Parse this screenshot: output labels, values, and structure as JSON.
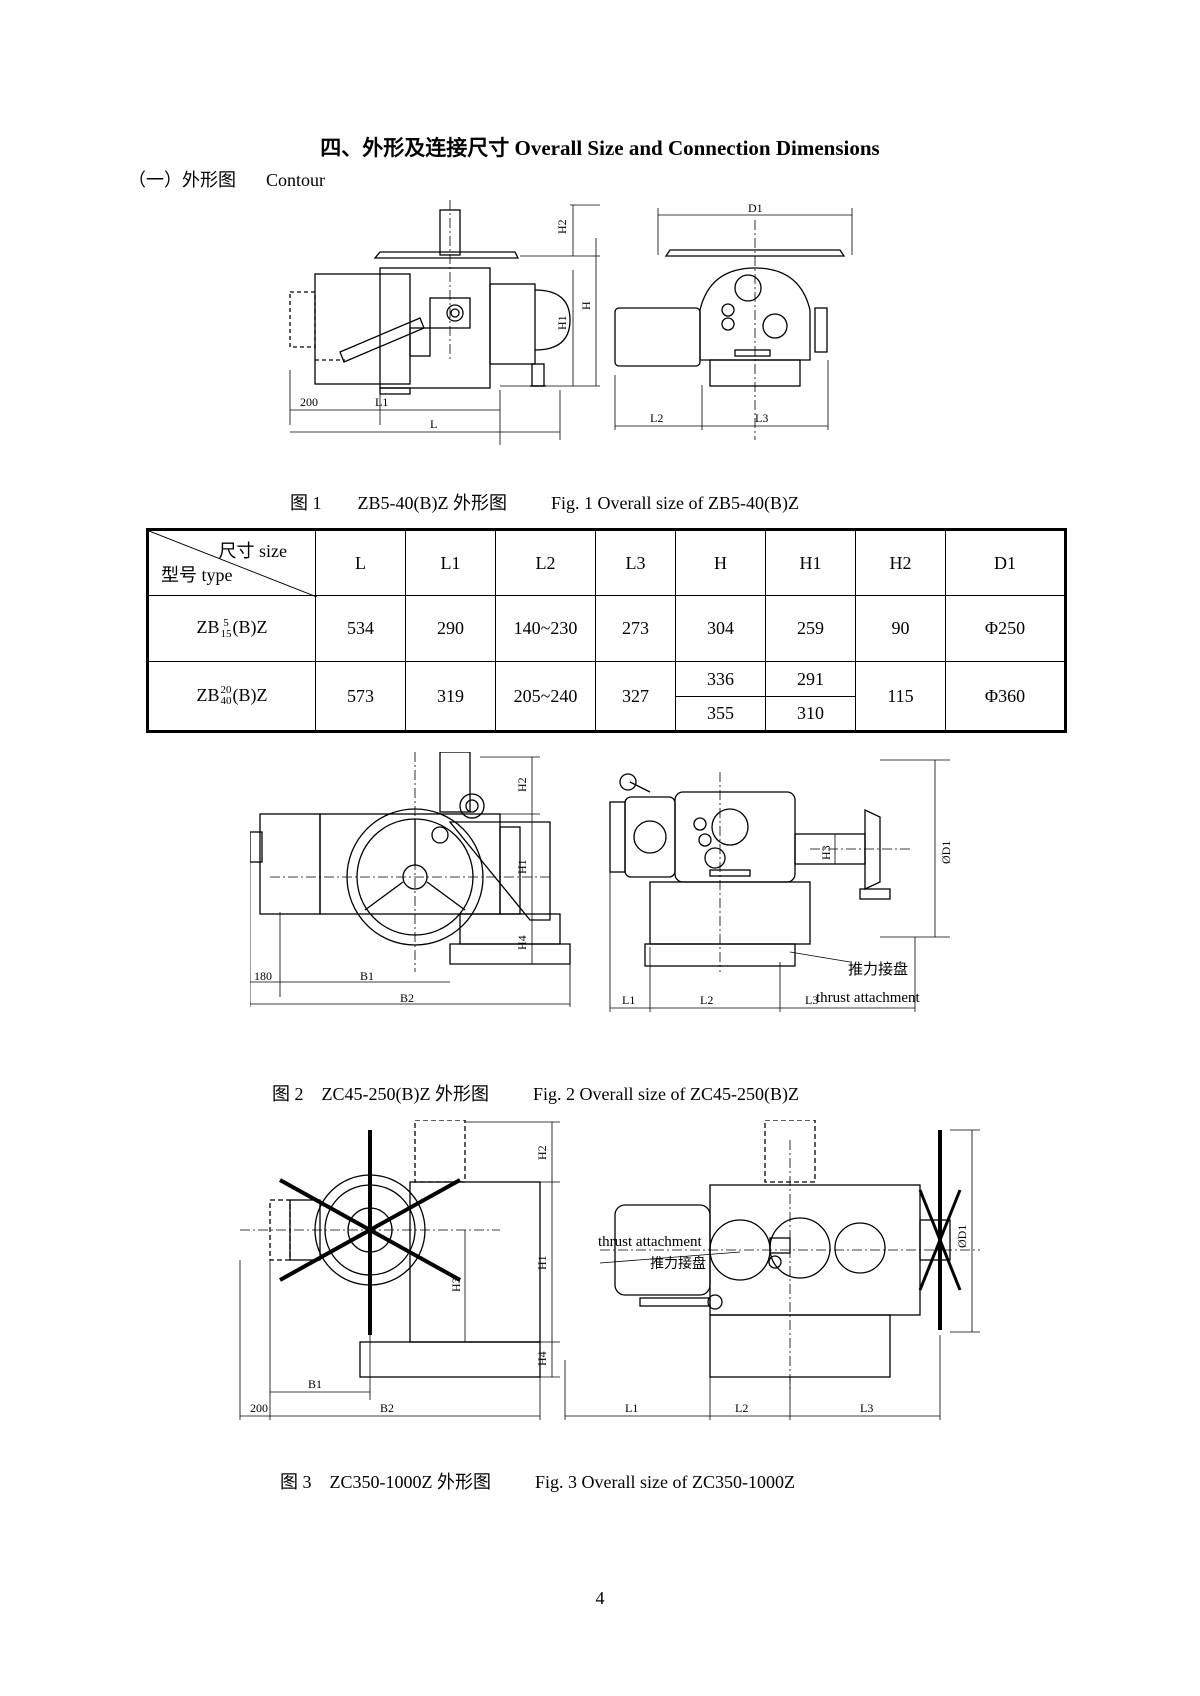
{
  "heading": "四、外形及连接尺寸 Overall Size and Connection Dimensions",
  "subheading": {
    "cn": "（一）外形图",
    "en": "Contour"
  },
  "fig1": {
    "caption_cn": "图 1　　ZB5-40(B)Z 外形图",
    "caption_en": "Fig. 1 Overall size of ZB5-40(B)Z",
    "labels": {
      "d1": "D1",
      "h2": "H2",
      "h": "H",
      "h1": "H1",
      "l200": "200",
      "l1": "L1",
      "l": "L",
      "l2": "L2",
      "l3": "L3"
    }
  },
  "table": {
    "corner_top": "尺寸 size",
    "corner_bottom": "型号 type",
    "headers": [
      "L",
      "L1",
      "L2",
      "L3",
      "H",
      "H1",
      "H2",
      "D1"
    ],
    "row1": {
      "model_prefix": "ZB",
      "model_sup": "5",
      "model_sub": "15",
      "model_suffix": "(B)Z",
      "L": "534",
      "L1": "290",
      "L2": "140~230",
      "L3": "273",
      "H": "304",
      "H1": "259",
      "H2": "90",
      "D1": "Φ250"
    },
    "row2": {
      "model_prefix": "ZB",
      "model_sup": "20",
      "model_sub": "40",
      "model_suffix": "(B)Z",
      "L": "573",
      "L1": "319",
      "L2": "205~240",
      "L3": "327",
      "H_a": "336",
      "H_b": "355",
      "H1_a": "291",
      "H1_b": "310",
      "H2": "115",
      "D1": "Φ360"
    }
  },
  "fig2": {
    "caption_cn": "图 2　ZC45-250(B)Z 外形图",
    "caption_en": "Fig. 2 Overall size of ZC45-250(B)Z",
    "labels": {
      "h2": "H2",
      "h1": "H1",
      "h4": "H4",
      "h3": "H3",
      "d1": "ØD1",
      "l180": "180",
      "b1": "B1",
      "b2": "B2",
      "l1": "L1",
      "l2": "L2",
      "l3": "L3",
      "thrust_cn": "推力接盘",
      "thrust_en": "thrust attachment"
    }
  },
  "fig3": {
    "caption_cn": "图 3　ZC350-1000Z 外形图",
    "caption_en": "Fig. 3 Overall size of ZC350-1000Z",
    "labels": {
      "h2": "H2",
      "h1": "H1",
      "h3": "H3",
      "h4": "H4",
      "d1": "ØD1",
      "b1": "B1",
      "l200": "200",
      "b2": "B2",
      "l1": "L1",
      "l2": "L2",
      "l3": "L3",
      "thrust_en": "thrust attachment",
      "thrust_cn": "推力接盘"
    }
  },
  "page_number": "4"
}
